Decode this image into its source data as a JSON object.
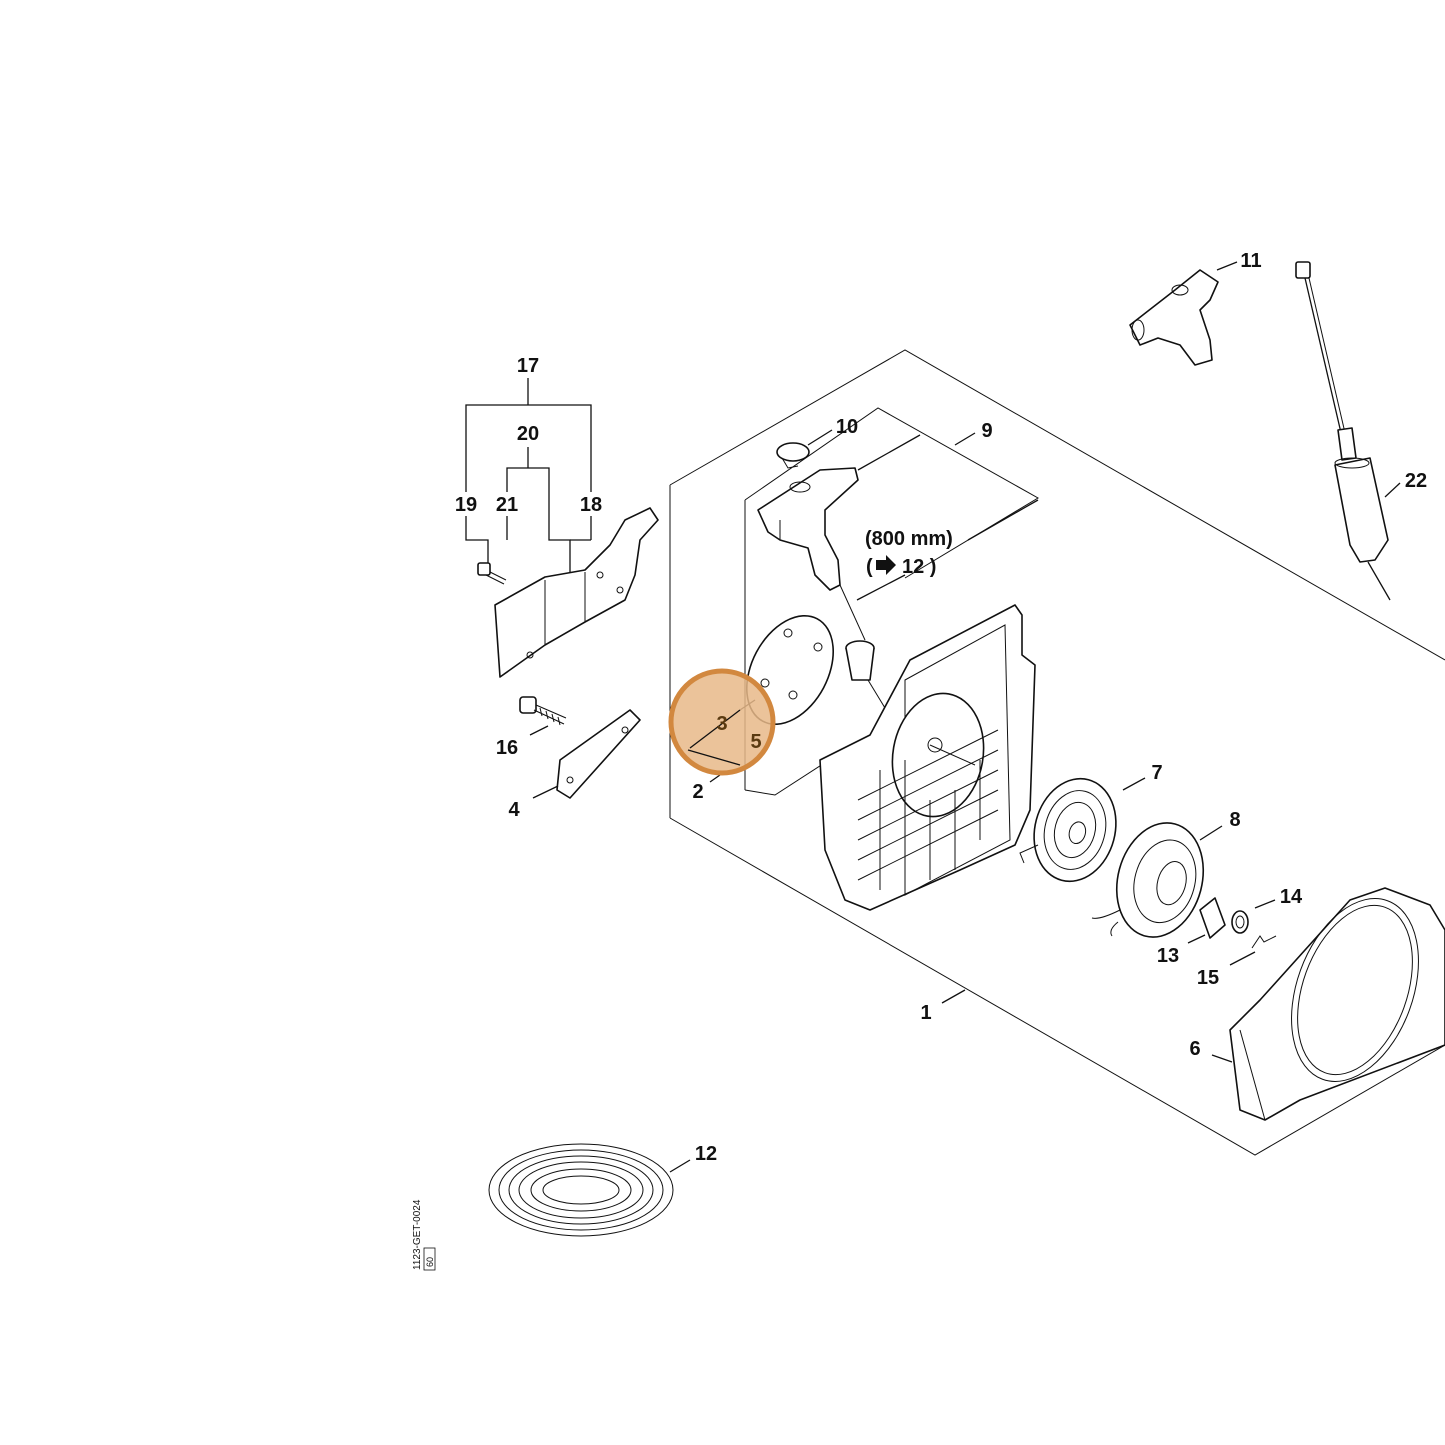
{
  "diagram": {
    "callouts": {
      "p1": "1",
      "p2": "2",
      "p3": "3",
      "p4": "4",
      "p5": "5",
      "p6": "6",
      "p7": "7",
      "p8": "8",
      "p9": "9",
      "p10": "10",
      "p11": "11",
      "p12": "12",
      "p13": "13",
      "p14": "14",
      "p15": "15",
      "p16": "16",
      "p17": "17",
      "p18": "18",
      "p19": "19",
      "p20": "20",
      "p21": "21",
      "p22": "22"
    },
    "rope_note": {
      "length": "(800 mm)",
      "ref": "12 )"
    },
    "drawing_code": "1123-GET-0024",
    "drawing_code_box": "60",
    "highlight": {
      "color": "#d2883f",
      "fill": "#e8b888",
      "items": [
        "3",
        "5"
      ]
    }
  }
}
